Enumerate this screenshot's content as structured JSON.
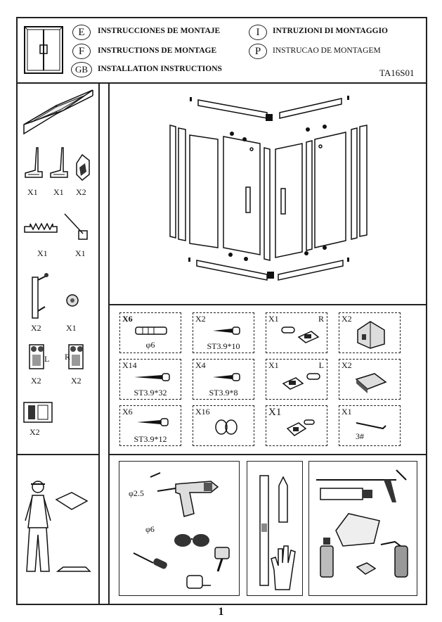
{
  "header": {
    "languages": [
      {
        "code": "E",
        "text": "INSTRUCCIONES DE MONTAJE"
      },
      {
        "code": "F",
        "text": "INSTRUCTIONS DE MONTAGE"
      },
      {
        "code": "GB",
        "text": "INSTALLATION INSTRUCTIONS"
      },
      {
        "code": "I",
        "text": "INTRUZIONI DI MONTAGGIO"
      },
      {
        "code": "P",
        "text": "INSTRUCAO DE MONTAGEM"
      }
    ],
    "model_code": "TA16S01"
  },
  "left_parts": [
    {
      "qty": "X1"
    },
    {
      "qty": "X1"
    },
    {
      "qty": "X2"
    },
    {
      "qty": "X1"
    },
    {
      "qty": "X1"
    },
    {
      "qty": "X2"
    },
    {
      "qty": "X1"
    },
    {
      "qty": "X2",
      "side": "L"
    },
    {
      "qty": "X2",
      "side": "R"
    },
    {
      "qty": "X2"
    }
  ],
  "hardware": [
    {
      "qty": "X6",
      "caption": "φ6"
    },
    {
      "qty": "X2",
      "caption": "ST3.9*10"
    },
    {
      "qty": "X1",
      "side": "R",
      "caption": ""
    },
    {
      "qty": "X2",
      "caption": ""
    },
    {
      "qty": "X14",
      "caption": "ST3.9*32"
    },
    {
      "qty": "X4",
      "caption": "ST3.9*8"
    },
    {
      "qty": "X1",
      "side": "L",
      "caption": ""
    },
    {
      "qty": "X2",
      "caption": ""
    },
    {
      "qty": "X6",
      "caption": "ST3.9*12"
    },
    {
      "qty": "X16",
      "caption": ""
    },
    {
      "qty": "X1",
      "caption": ""
    },
    {
      "qty": "X1",
      "caption": "3#"
    }
  ],
  "tools": {
    "drill_small": "φ2.5",
    "drill_large": "φ6"
  },
  "page_number": "1"
}
